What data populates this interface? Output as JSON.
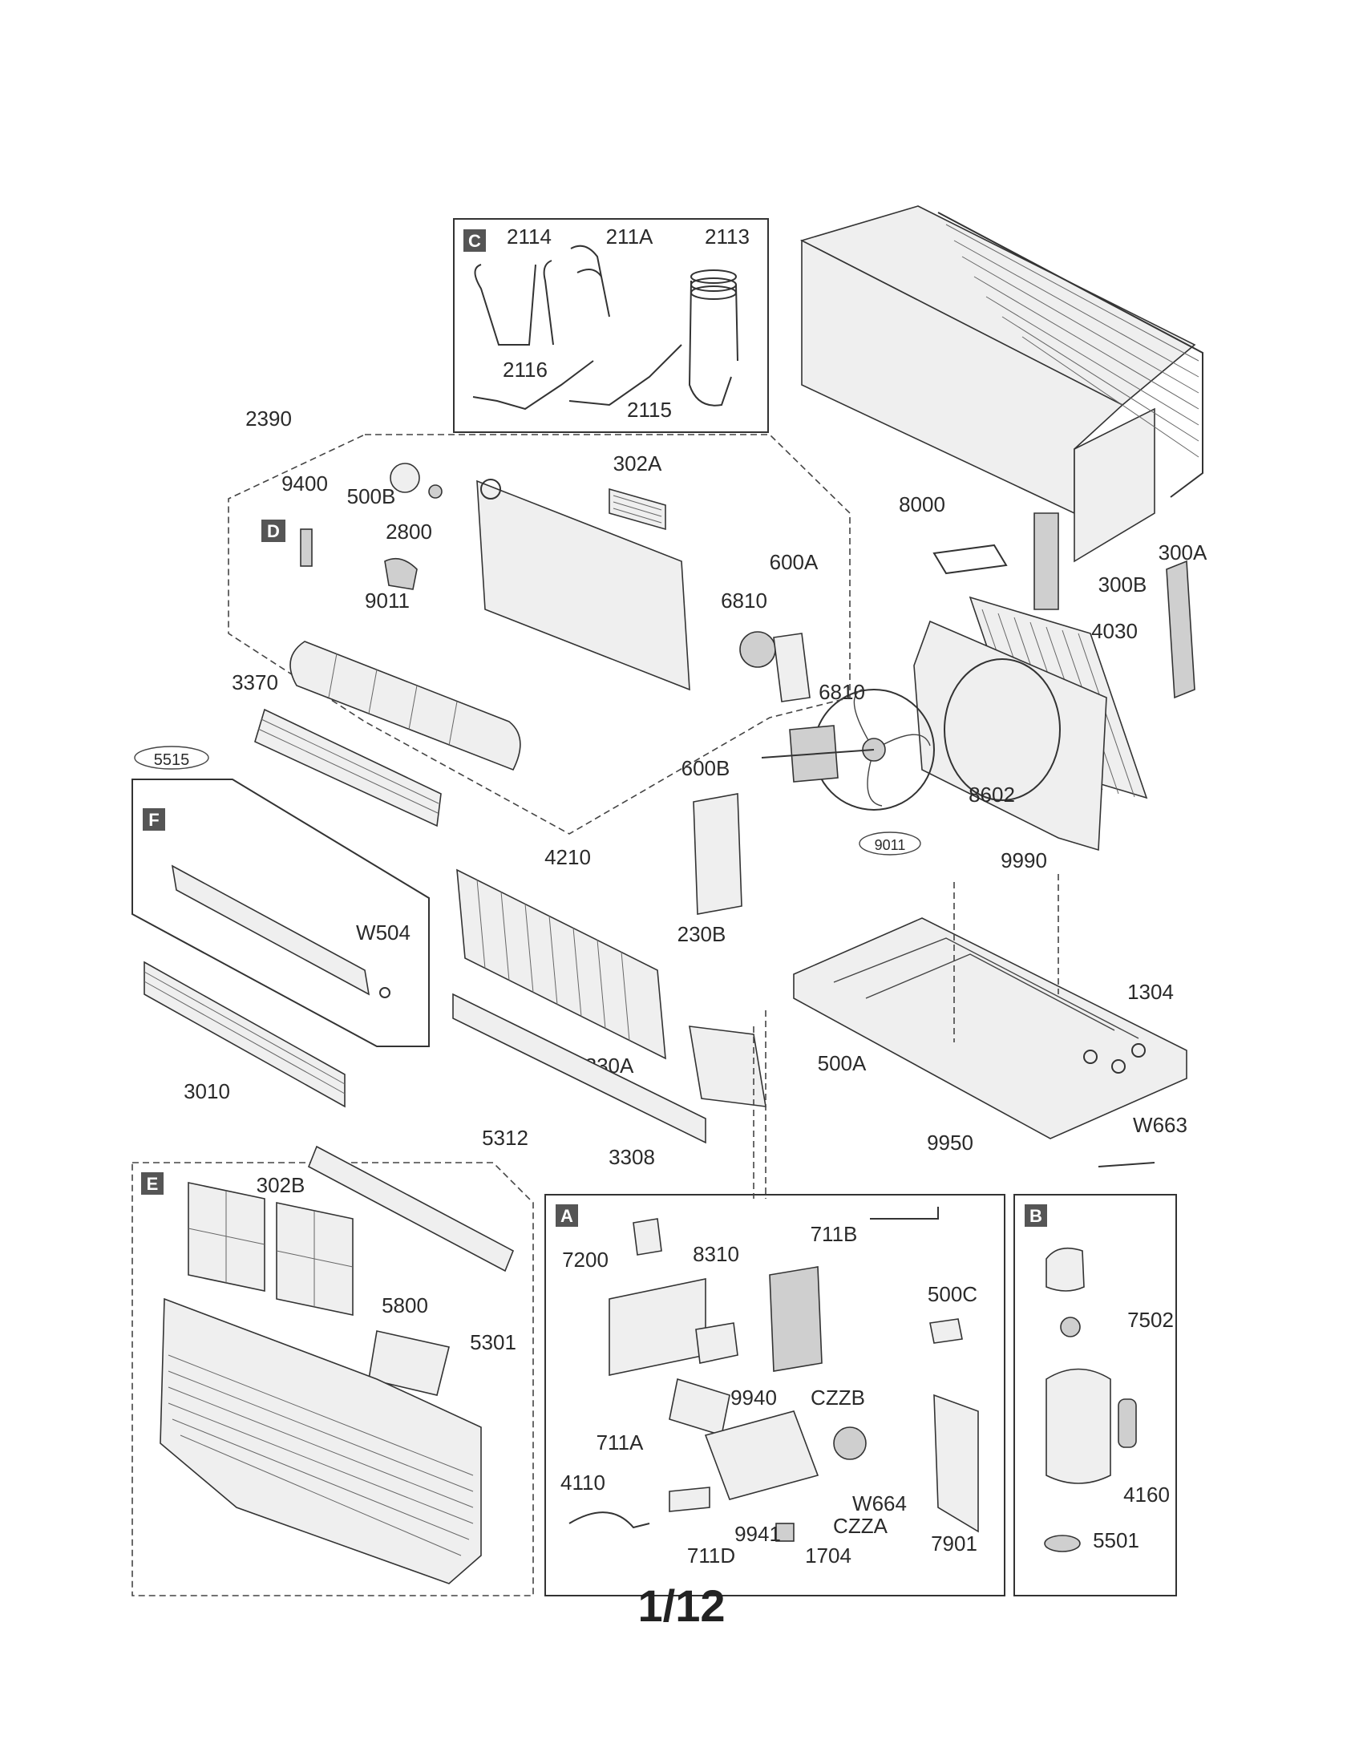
{
  "page_number": "1/12",
  "sections": {
    "A": {
      "letter": "A"
    },
    "B": {
      "letter": "B"
    },
    "C": {
      "letter": "C"
    },
    "D": {
      "letter": "D"
    },
    "E": {
      "letter": "E"
    },
    "F": {
      "letter": "F"
    }
  },
  "labels": {
    "l2114": "2114",
    "l211A": "211A",
    "l2113": "2113",
    "l2116": "2116",
    "l2115": "2115",
    "l2390": "2390",
    "l9400": "9400",
    "l500B": "500B",
    "l2800": "2800",
    "l302A": "302A",
    "l9011a": "9011",
    "l6810a": "6810",
    "l600A": "600A",
    "l8000": "8000",
    "l300A": "300A",
    "l300B": "300B",
    "l4030": "4030",
    "l3370": "3370",
    "l5515": "5515",
    "l6810b": "6810",
    "l600B": "600B",
    "l8602": "8602",
    "l9011b": "9011",
    "l9990": "9990",
    "l4210": "4210",
    "lW504": "W504",
    "l230B": "230B",
    "l1304": "1304",
    "l3010": "3010",
    "l230A": "230A",
    "l500A": "500A",
    "lW663": "W663",
    "l3308": "3308",
    "l5312": "5312",
    "l9950": "9950",
    "l302B": "302B",
    "l7200": "7200",
    "l8310": "8310",
    "l711B": "711B",
    "l500C": "500C",
    "l7502": "7502",
    "l5800": "5800",
    "l5301": "5301",
    "l9940": "9940",
    "lCZZB": "CZZB",
    "l711A": "711A",
    "l4110": "4110",
    "lW664": "W664",
    "l9941": "9941",
    "lCZZA": "CZZA",
    "l711D": "711D",
    "l1704": "1704",
    "l7901": "7901",
    "l4160": "4160",
    "l5501": "5501"
  }
}
